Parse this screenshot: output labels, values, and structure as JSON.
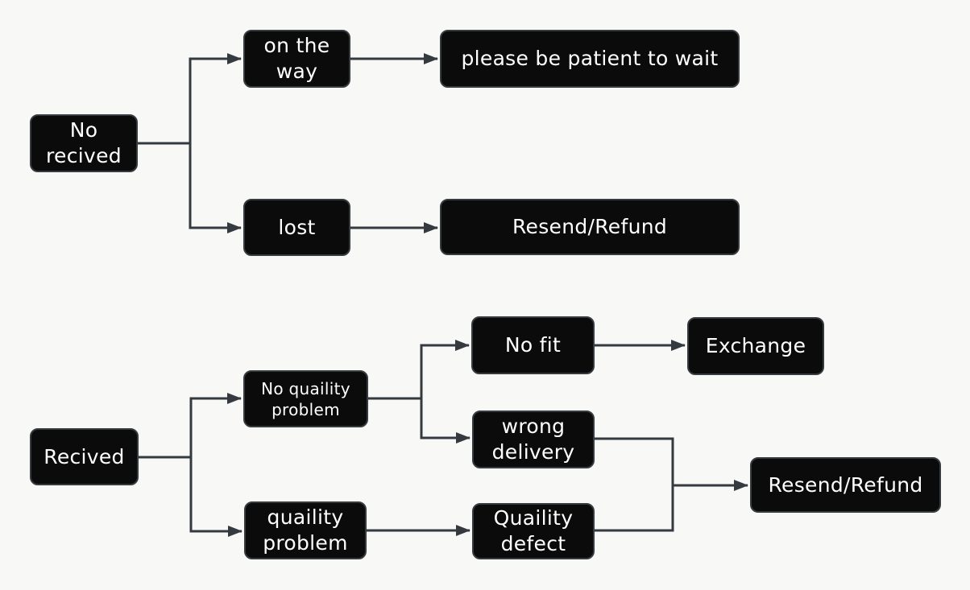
{
  "diagram": {
    "title": "customer order issue resolution flowchart",
    "background": "#f8f8f6",
    "node_style": {
      "fill": "#0b0b0b",
      "border": "#363b40",
      "text": "#ffffff"
    },
    "connector_color": "#343a40",
    "nodes": {
      "no_recived": {
        "label": "No\nrecived"
      },
      "on_the_way": {
        "label": "on the\nway"
      },
      "please_wait": {
        "label": "please be patient to wait"
      },
      "lost": {
        "label": "lost"
      },
      "resend_refund_top": {
        "label": "Resend/Refund"
      },
      "recived": {
        "label": "Recived"
      },
      "no_quaility_problem": {
        "label": "No quaility\nproblem"
      },
      "quaility_problem": {
        "label": "quaility\nproblem"
      },
      "no_fit": {
        "label": "No fit"
      },
      "wrong_delivery": {
        "label": "wrong\ndelivery"
      },
      "quaility_defect": {
        "label": "Quaility\ndefect"
      },
      "exchange": {
        "label": "Exchange"
      },
      "resend_refund_bottom": {
        "label": "Resend/Refund"
      }
    },
    "edges": [
      {
        "from": "no_recived",
        "to": "on_the_way"
      },
      {
        "from": "no_recived",
        "to": "lost"
      },
      {
        "from": "on_the_way",
        "to": "please_wait"
      },
      {
        "from": "lost",
        "to": "resend_refund_top"
      },
      {
        "from": "recived",
        "to": "no_quaility_problem"
      },
      {
        "from": "recived",
        "to": "quaility_problem"
      },
      {
        "from": "no_quaility_problem",
        "to": "no_fit"
      },
      {
        "from": "no_quaility_problem",
        "to": "wrong_delivery"
      },
      {
        "from": "no_fit",
        "to": "exchange"
      },
      {
        "from": "quaility_problem",
        "to": "quaility_defect"
      },
      {
        "from": "wrong_delivery",
        "to": "resend_refund_bottom"
      },
      {
        "from": "quaility_defect",
        "to": "resend_refund_bottom"
      }
    ]
  }
}
